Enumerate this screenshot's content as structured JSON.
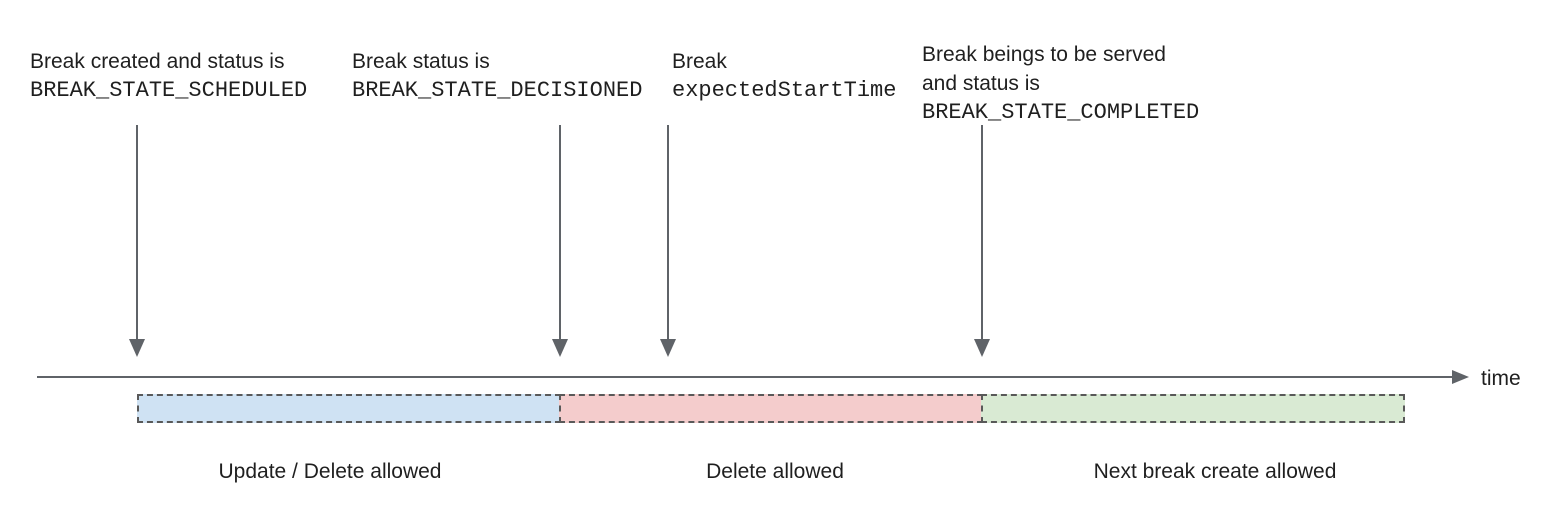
{
  "diagram": {
    "axis": {
      "label": "time"
    },
    "annotations": [
      {
        "name": "break-created",
        "lines": [
          "Break created and status is",
          "BREAK_STATE_SCHEDULED"
        ]
      },
      {
        "name": "break-decisioned",
        "lines": [
          "Break status is",
          "BREAK_STATE_DECISIONED"
        ]
      },
      {
        "name": "break-expected-start",
        "lines": [
          "Break",
          "expectedStartTime"
        ]
      },
      {
        "name": "break-completed",
        "lines": [
          "Break beings to be served",
          "and status is",
          "BREAK_STATE_COMPLETED"
        ]
      }
    ],
    "segments": [
      {
        "label": "Update / Delete allowed",
        "fill": "#cfe2f3"
      },
      {
        "label": "Delete allowed",
        "fill": "#f4cccc"
      },
      {
        "label": "Next break create allowed",
        "fill": "#d9ead3"
      }
    ],
    "colors": {
      "arrow": "#5f6368",
      "dashed_border": "#595959",
      "text": "#1f1f1f",
      "background": "#ffffff"
    }
  }
}
